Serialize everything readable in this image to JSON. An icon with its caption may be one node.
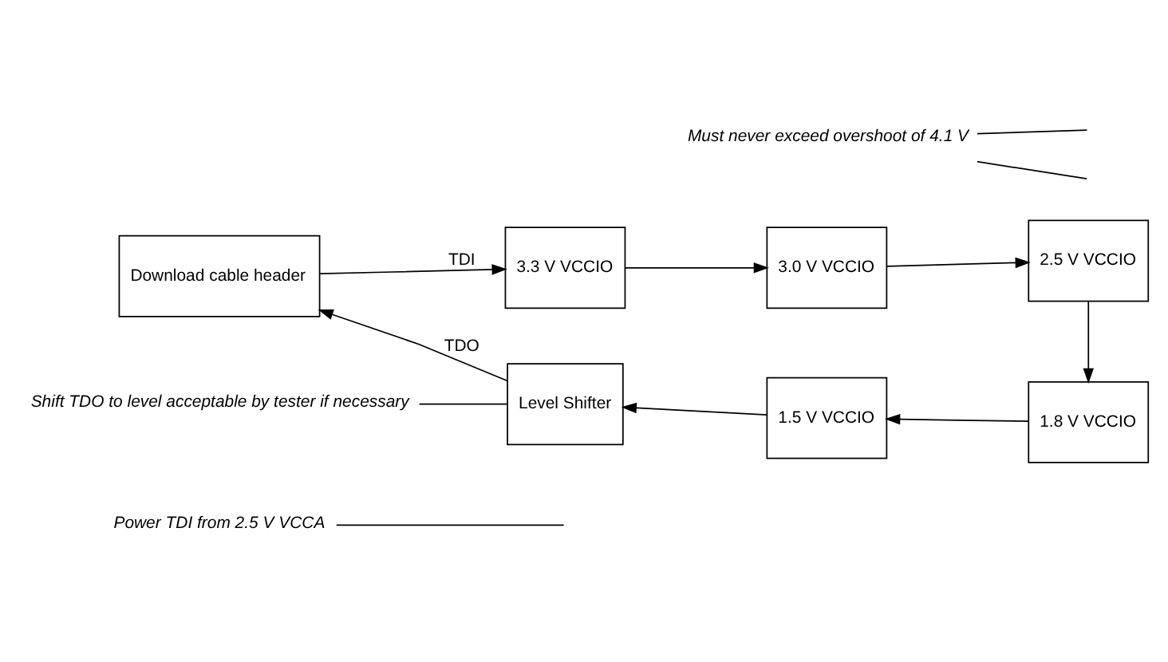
{
  "diagram": {
    "nodes": [
      {
        "text": [
          "Power TDI from 2.5 V VCCA"
        ]
      },
      {
        "text": [
          "Download cable header"
        ]
      },
      {
        "text": [
          "3.3 V VCCIO"
        ]
      },
      {
        "text": [
          "3.0 V VCCIO"
        ]
      },
      {
        "text": [
          "2.5 V VCCIO"
        ]
      },
      {
        "text": [
          "Must never exceed overshoot of 4.1 V"
        ]
      },
      {
        "text": [
          "1.8 V VCCIO"
        ]
      },
      {
        "text": [
          "1.5 V VCCIO"
        ]
      },
      {
        "text": [
          "Level Shifter"
        ]
      },
      {
        "text": [
          "Shift TDO to level acceptable by tester if necessary"
        ]
      }
    ],
    "edges": [
      {
        "from": 1,
        "to": 2,
        "arrow": "to",
        "label": "TDI"
      },
      {
        "from": 2,
        "to": 3,
        "arrow": "to"
      },
      {
        "from": 3,
        "to": 4,
        "arrow": "to"
      },
      {
        "from": 4,
        "to": 6,
        "arrow": "to"
      },
      {
        "from": 6,
        "to": 7,
        "arrow": "to"
      },
      {
        "from": 7,
        "to": 8,
        "arrow": "to"
      },
      {
        "from": 8,
        "to": 1,
        "arrow": "to",
        "label": "TDO"
      },
      {
        "from": 0,
        "to": null,
        "arrow": "none"
      },
      {
        "from": 5,
        "to": null,
        "arrow": "none"
      },
      {
        "from": 5,
        "to": null,
        "arrow": "none"
      },
      {
        "from": 9,
        "to": 8,
        "arrow": "none"
      }
    ]
  }
}
